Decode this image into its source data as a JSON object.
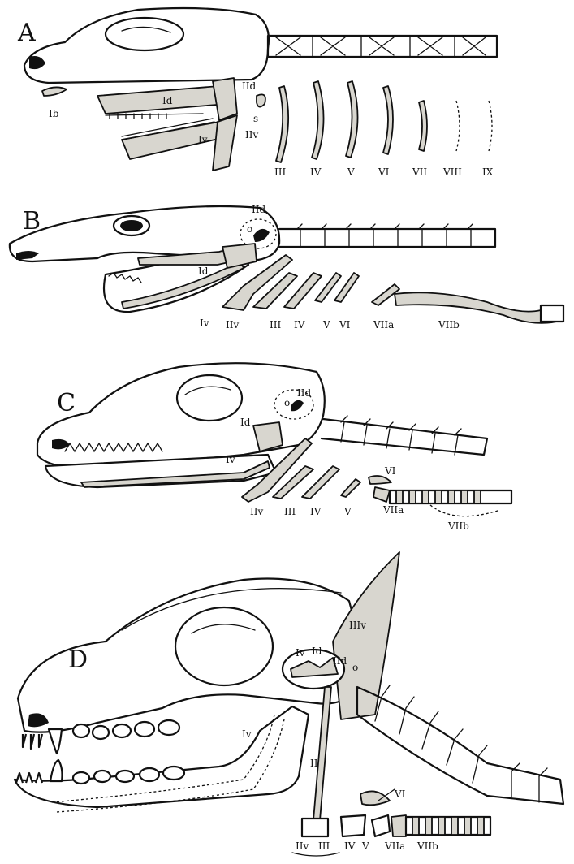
{
  "panels": [
    {
      "letter": "A",
      "labels": {
        "Ib": "Ib",
        "Id": "Id",
        "Iv": "Iv",
        "IId": "IId",
        "s": "s",
        "IIv": "IIv",
        "arches": [
          "III",
          "IV",
          "V",
          "VI",
          "VII",
          "VIII",
          "IX"
        ]
      }
    },
    {
      "letter": "B",
      "labels": {
        "IId": "IId",
        "o": "o",
        "Id": "Id",
        "Iv": "Iv",
        "arches": [
          "IIv",
          "III",
          "IV",
          "V",
          "VI",
          "VIIa",
          "VIIb"
        ]
      }
    },
    {
      "letter": "C",
      "labels": {
        "o": "o",
        "IId": "IId",
        "Id": "Id",
        "Iv": "Iv",
        "arches": [
          "IIv",
          "III",
          "IV",
          "V",
          "VI",
          "VIIa",
          "VIIb"
        ]
      }
    },
    {
      "letter": "D",
      "labels": {
        "IIIv": "IIIv",
        "Iv_ear": "Iv",
        "Id": "Id",
        "IId": "IId",
        "o": "o",
        "Iv_jaw": "Iv",
        "II": "II",
        "VI": "VI",
        "arches": [
          "IIv",
          "III",
          "IV",
          "V",
          "VIIa",
          "VIIb"
        ]
      }
    }
  ]
}
